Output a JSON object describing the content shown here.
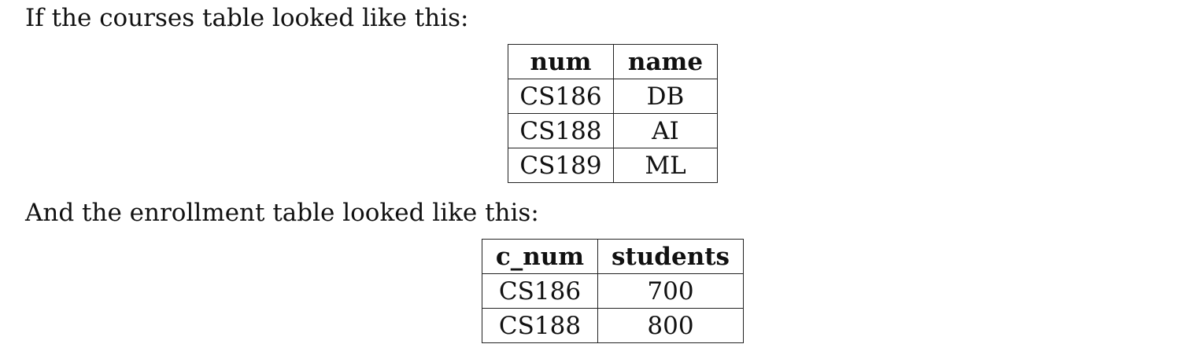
{
  "intro_courses": "If the courses table looked like this:",
  "courses": {
    "headers": [
      "num",
      "name"
    ],
    "rows": [
      [
        "CS186",
        "DB"
      ],
      [
        "CS188",
        "AI"
      ],
      [
        "CS189",
        "ML"
      ]
    ]
  },
  "intro_enrollment": "And the enrollment table looked like this:",
  "enrollment": {
    "headers": [
      "c_num",
      "students"
    ],
    "rows": [
      [
        "CS186",
        "700"
      ],
      [
        "CS188",
        "800"
      ]
    ]
  }
}
